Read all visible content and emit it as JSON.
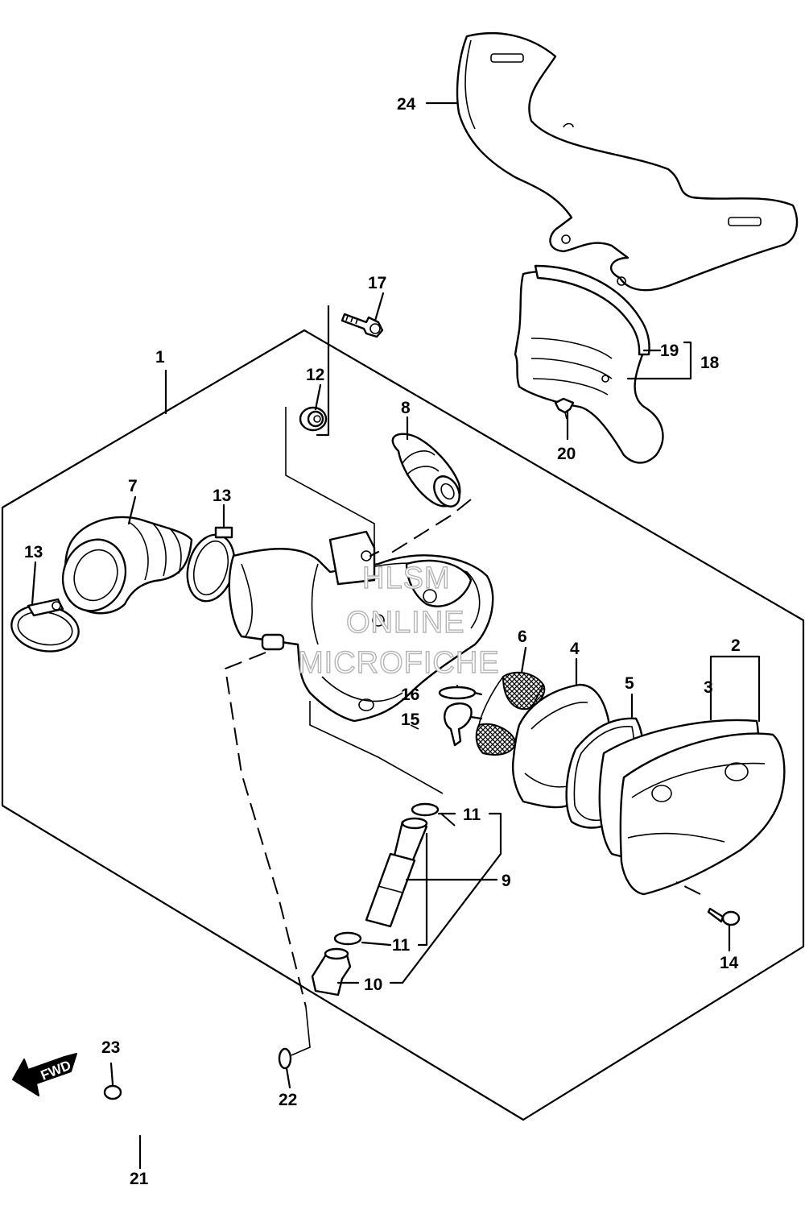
{
  "callouts": {
    "c1": "1",
    "c2": "2",
    "c3": "3",
    "c4": "4",
    "c5": "5",
    "c6": "6",
    "c7": "7",
    "c8": "8",
    "c9": "9",
    "c10": "10",
    "c11a": "11",
    "c11b": "11",
    "c12": "12",
    "c13a": "13",
    "c13b": "13",
    "c14": "14",
    "c15": "15",
    "c16": "16",
    "c17": "17",
    "c18": "18",
    "c19": "19",
    "c20": "20",
    "c21": "21",
    "c22": "22",
    "c23": "23",
    "c24": "24"
  },
  "watermark": {
    "line1": "HLSM",
    "line2": "ONLINE",
    "line3": "MICROFICHE"
  },
  "direction": {
    "label": "FWD"
  }
}
